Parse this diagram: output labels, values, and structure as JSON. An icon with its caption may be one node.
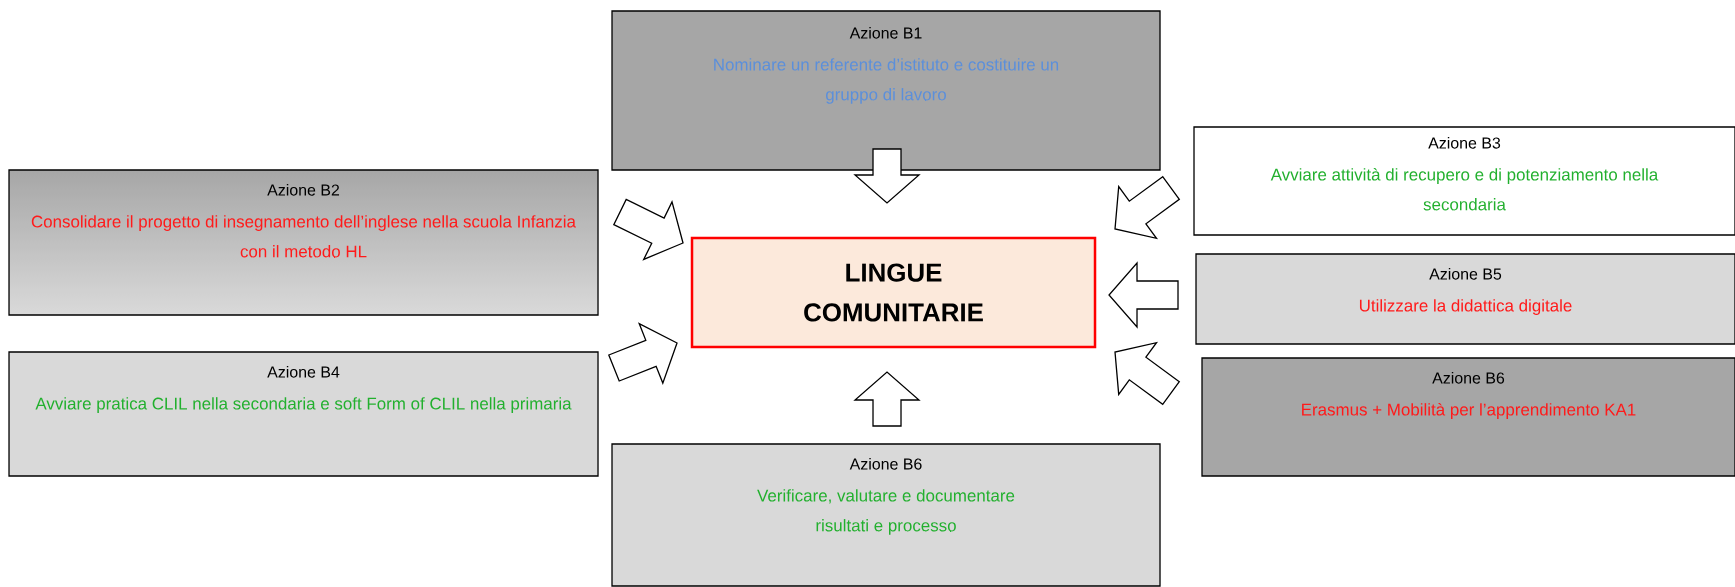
{
  "diagram": {
    "nodes": [
      {
        "text": [
          "Azione B1",
          "Nominare un referente d’istituto e costituire un gruppo di lavoro"
        ]
      },
      {
        "text": [
          "Azione B2",
          "Consolidare il progetto di insegnamento dell’inglese nella scuola Infanzia con il metodo HL"
        ]
      },
      {
        "text": [
          "Azione B3",
          "Avviare attività di recupero e di potenziamento nella secondaria"
        ]
      },
      {
        "text": [
          "LINGUE COMUNITARIE"
        ]
      },
      {
        "text": [
          "Azione B5",
          "Utilizzare la didattica digitale"
        ]
      },
      {
        "text": [
          "Azione B4",
          "Avviare pratica CLIL nella secondaria e soft Form of  CLIL nella primaria"
        ]
      },
      {
        "text": [
          "Azione B6",
          "Erasmus + Mobilità per l’apprendimento KA1"
        ]
      },
      {
        "text": [
          "Azione B6",
          "Verificare, valutare e documentare risultati e processo"
        ]
      }
    ],
    "edges": [
      {
        "from": 0,
        "to": 3,
        "arrow": "to"
      },
      {
        "from": 1,
        "to": 3,
        "arrow": "to"
      },
      {
        "from": 2,
        "to": 3,
        "arrow": "to"
      },
      {
        "from": 4,
        "to": 3,
        "arrow": "to"
      },
      {
        "from": 5,
        "to": 3,
        "arrow": "to"
      },
      {
        "from": 6,
        "to": 3,
        "arrow": "to"
      },
      {
        "from": 7,
        "to": 3,
        "arrow": "to"
      }
    ]
  }
}
